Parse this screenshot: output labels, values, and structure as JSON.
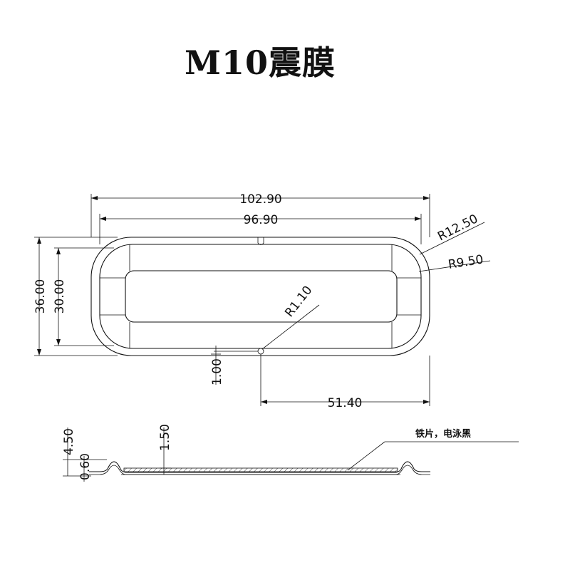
{
  "title": "M10震膜",
  "dimensions": {
    "overall_length": "102.90",
    "inner_length": "96.90",
    "outer_radius": "R12.50",
    "inner_radius": "R9.50",
    "small_radius": "R1.10",
    "overall_width": "36.00",
    "inner_width": "30.00",
    "offset": "1.00",
    "half_length": "51.40",
    "total_height": "4.50",
    "plate_thickness": "0.60",
    "step_height": "1.50"
  },
  "callout": "铁片，电泳黑"
}
